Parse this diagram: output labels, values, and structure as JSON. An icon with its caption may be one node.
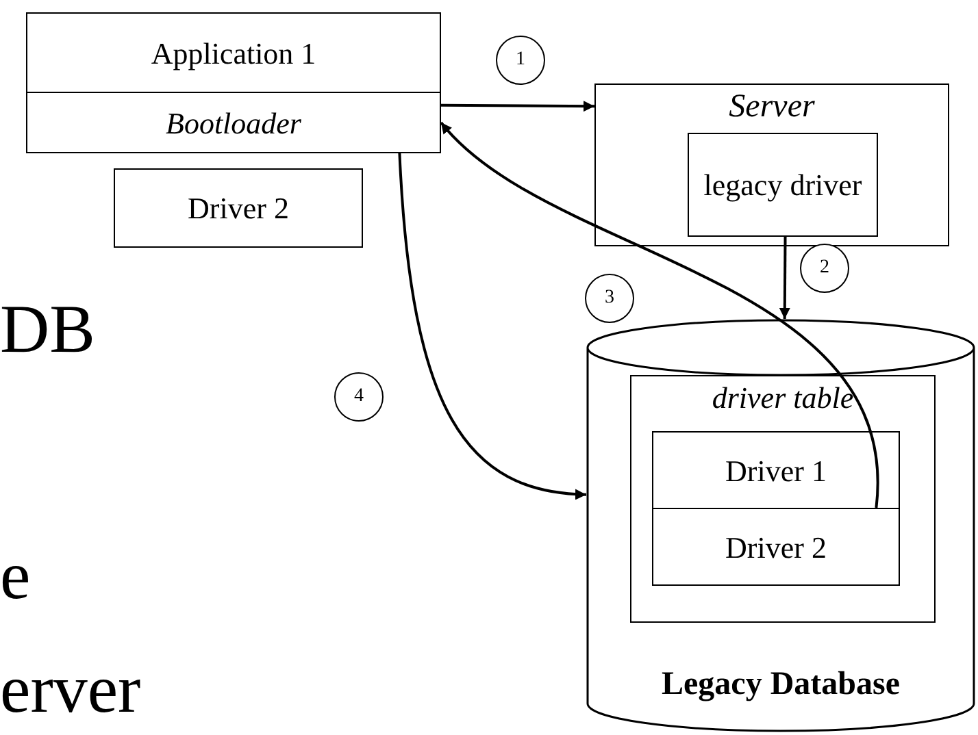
{
  "diagram": {
    "nodes": [
      {
        "text": [
          "Application 1"
        ]
      },
      {
        "text": [
          "Bootloader"
        ]
      },
      {
        "text": [
          "Driver 2"
        ]
      },
      {
        "text": [
          "Server"
        ]
      },
      {
        "text": [
          "legacy driver"
        ],
        "in": 3
      },
      {
        "text": [
          "Legacy Database"
        ]
      },
      {
        "text": [
          "driver table"
        ],
        "in": 5
      },
      {
        "text": [
          "Driver 1"
        ],
        "in": 6
      },
      {
        "text": [
          "Driver 2"
        ],
        "in": 6
      }
    ],
    "edges": [
      {
        "from": 1,
        "to": 3,
        "arrow": "to",
        "label": "1"
      },
      {
        "from": 4,
        "to": 5,
        "arrow": "to",
        "label": "2"
      },
      {
        "from": 7,
        "to": 1,
        "arrow": "to",
        "label": "3"
      },
      {
        "from": 1,
        "to": 5,
        "arrow": "to",
        "label": "4"
      }
    ],
    "labels": [
      "DB",
      "e",
      "erver"
    ]
  }
}
